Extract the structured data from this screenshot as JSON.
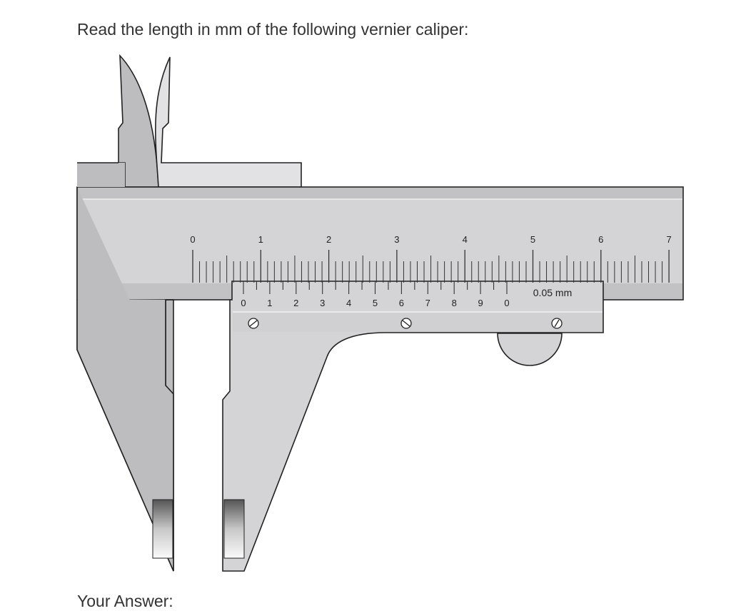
{
  "question": "Read the length in mm of the following vernier caliper:",
  "answer_label": "Your Answer:",
  "caliper": {
    "main_scale_labels": [
      "0",
      "1",
      "2",
      "3",
      "4",
      "5",
      "6",
      "7"
    ],
    "vernier_labels": [
      "0",
      "1",
      "2",
      "3",
      "4",
      "5",
      "6",
      "7",
      "8",
      "9",
      "0"
    ],
    "precision_label": "0.05 mm"
  }
}
